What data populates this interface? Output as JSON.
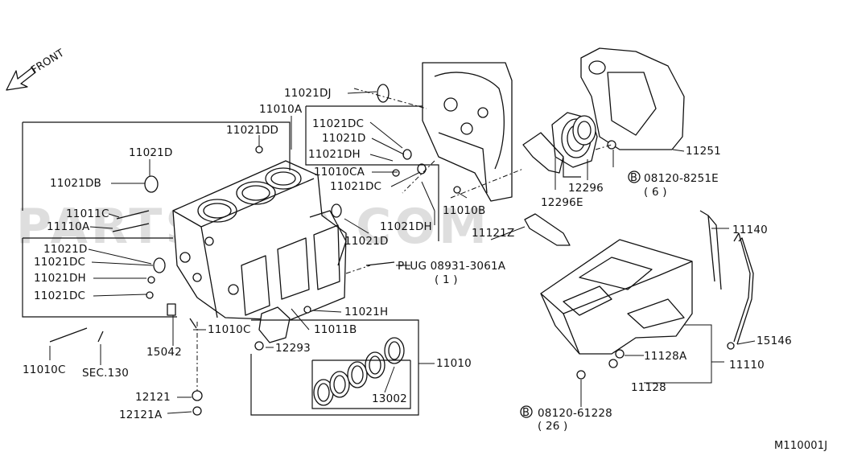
{
  "watermark": "PARTSOUQ.COM",
  "front_label": "FRONT",
  "diagram_code": "M110001J",
  "parts": {
    "p11021DJ": "11021DJ",
    "p11010A": "11010A",
    "p11021DD": "11021DD",
    "p11021DC_a": "11021DC",
    "p11021D_a": "11021D",
    "p11021DH_a": "11021DH",
    "p11010CA": "11010CA",
    "p11021DC_b": "11021DC",
    "p11021D_b": "11021D",
    "p11021DB": "11021DB",
    "p11011C": "11011C",
    "p11110A": "11110A",
    "p11021DH_b": "11021DH",
    "p11010B": "11010B",
    "p11021D_c": "11021D",
    "p11021D_d": "11021D",
    "p11021DC_c": "11021DC",
    "p11021DH_c": "11021DH",
    "p11021DC_d": "11021DC",
    "p11121Z": "11121Z",
    "plug": "PLUG 08931-3061A",
    "plug_qty": "( 1 )",
    "p11021H": "11021H",
    "p11011B": "11011B",
    "p11010C_a": "11010C",
    "p15042": "15042",
    "p11010C_b": "11010C",
    "sec130": "SEC.130",
    "p12293": "12293",
    "p11010": "11010",
    "p13002": "13002",
    "p12121": "12121",
    "p12121A": "12121A",
    "p11251": "11251",
    "bolt_a": "08120-8251E",
    "bolt_a_qty": "( 6 )",
    "bolt_mark": "B",
    "p12296": "12296",
    "p12296E": "12296E",
    "p11140": "11140",
    "p15146": "15146",
    "p11128A": "11128A",
    "p11110": "11110",
    "p11128": "11128",
    "bolt_b": "08120-61228",
    "bolt_b_qty": "( 26 )"
  }
}
